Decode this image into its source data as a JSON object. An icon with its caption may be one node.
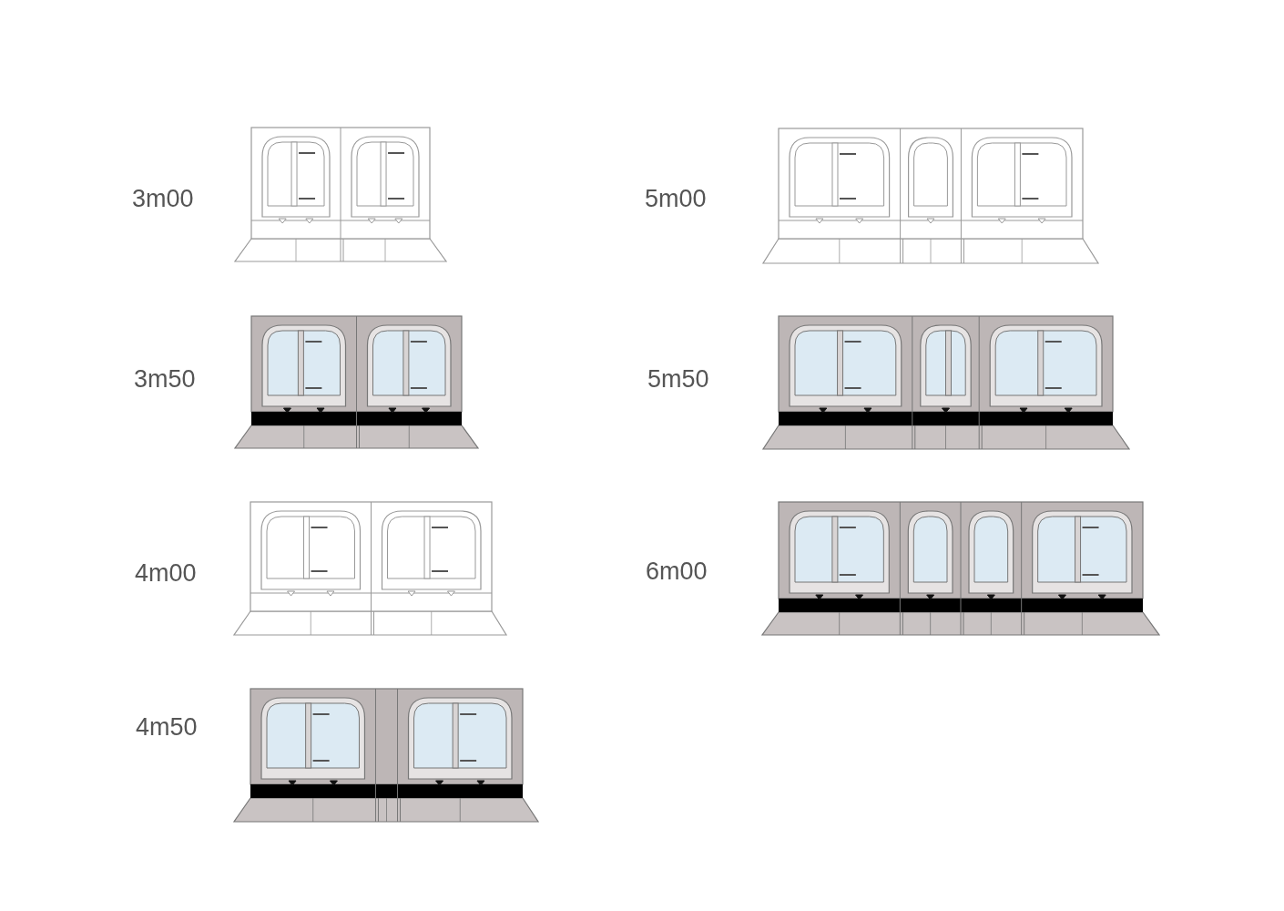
{
  "diagram": {
    "labels": [
      "3m00",
      "5m00",
      "3m50",
      "5m50",
      "4m00",
      "6m00",
      "4m50"
    ]
  }
}
